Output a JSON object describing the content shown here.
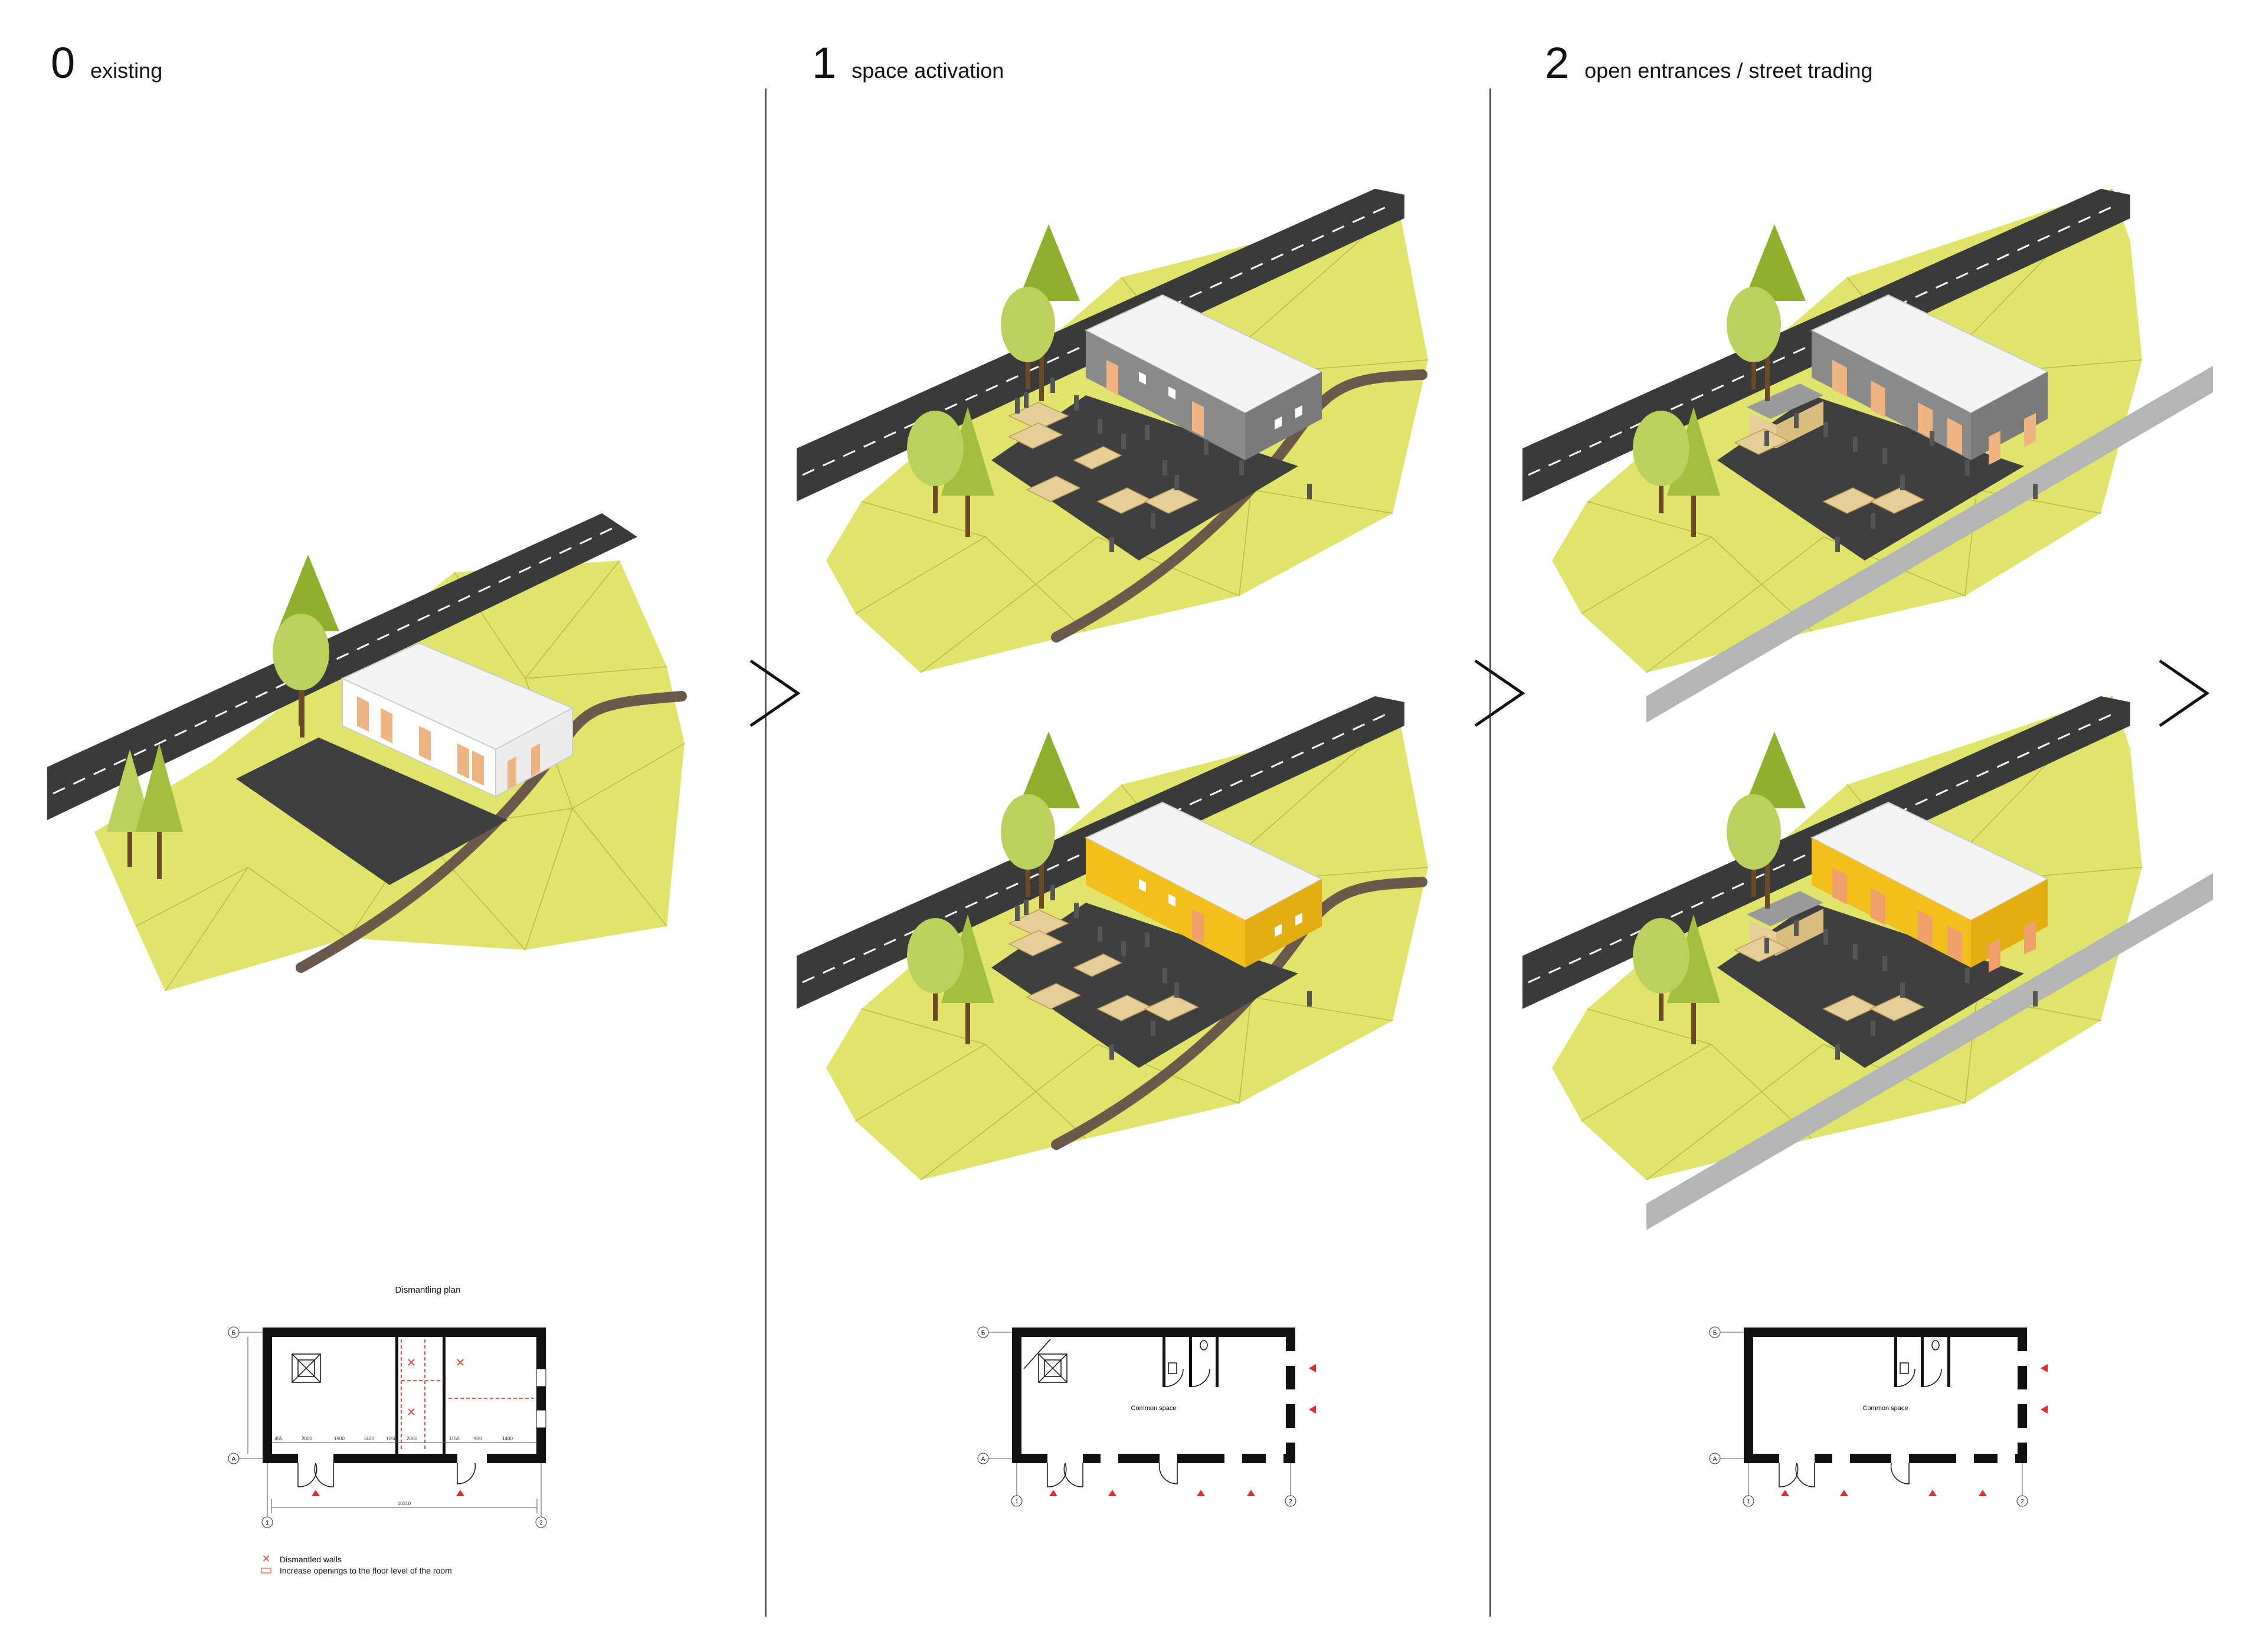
{
  "panels": [
    {
      "number": "0",
      "title": "existing"
    },
    {
      "number": "1",
      "title": "space activation"
    },
    {
      "number": "2",
      "title": "open entrances / street trading"
    }
  ],
  "plan_dismantling": {
    "title": "Dismantling plan",
    "axis_top": "Б",
    "axis_bottom": "А",
    "axis_left": "1",
    "axis_right": "2",
    "dims": [
      "455",
      "2000",
      "1900",
      "1400",
      "1050",
      "2000",
      "1150",
      "900",
      "1400"
    ],
    "overall": "10310",
    "legend": [
      {
        "icon": "x-mark-icon",
        "label": "Dismantled walls"
      },
      {
        "icon": "outline-rect-icon",
        "label": "Increase openings to the floor level of the room"
      }
    ]
  },
  "plan_common_1": {
    "label": "Common space",
    "axis_top": "Б",
    "axis_bottom": "А",
    "axis_left": "1",
    "axis_right": "2"
  },
  "plan_common_2": {
    "label": "Common space",
    "axis_top": "Б",
    "axis_bottom": "А",
    "axis_left": "1",
    "axis_right": "2"
  },
  "colors": {
    "grass": "#e1e46a",
    "road": "#3a3a3a",
    "pavement": "#3f3f3f",
    "path": "#6b5a4b",
    "white_wall": "#ffffff",
    "grey_wall": "#8a8a8a",
    "yellow_wall": "#f2c01c",
    "door": "#f0b482",
    "tree_dark": "#8fb02c",
    "tree_light": "#bcd15d",
    "trunk": "#6b4a28",
    "sidewalk": "#b5b5b5",
    "arrow_red": "#e62b2b"
  }
}
